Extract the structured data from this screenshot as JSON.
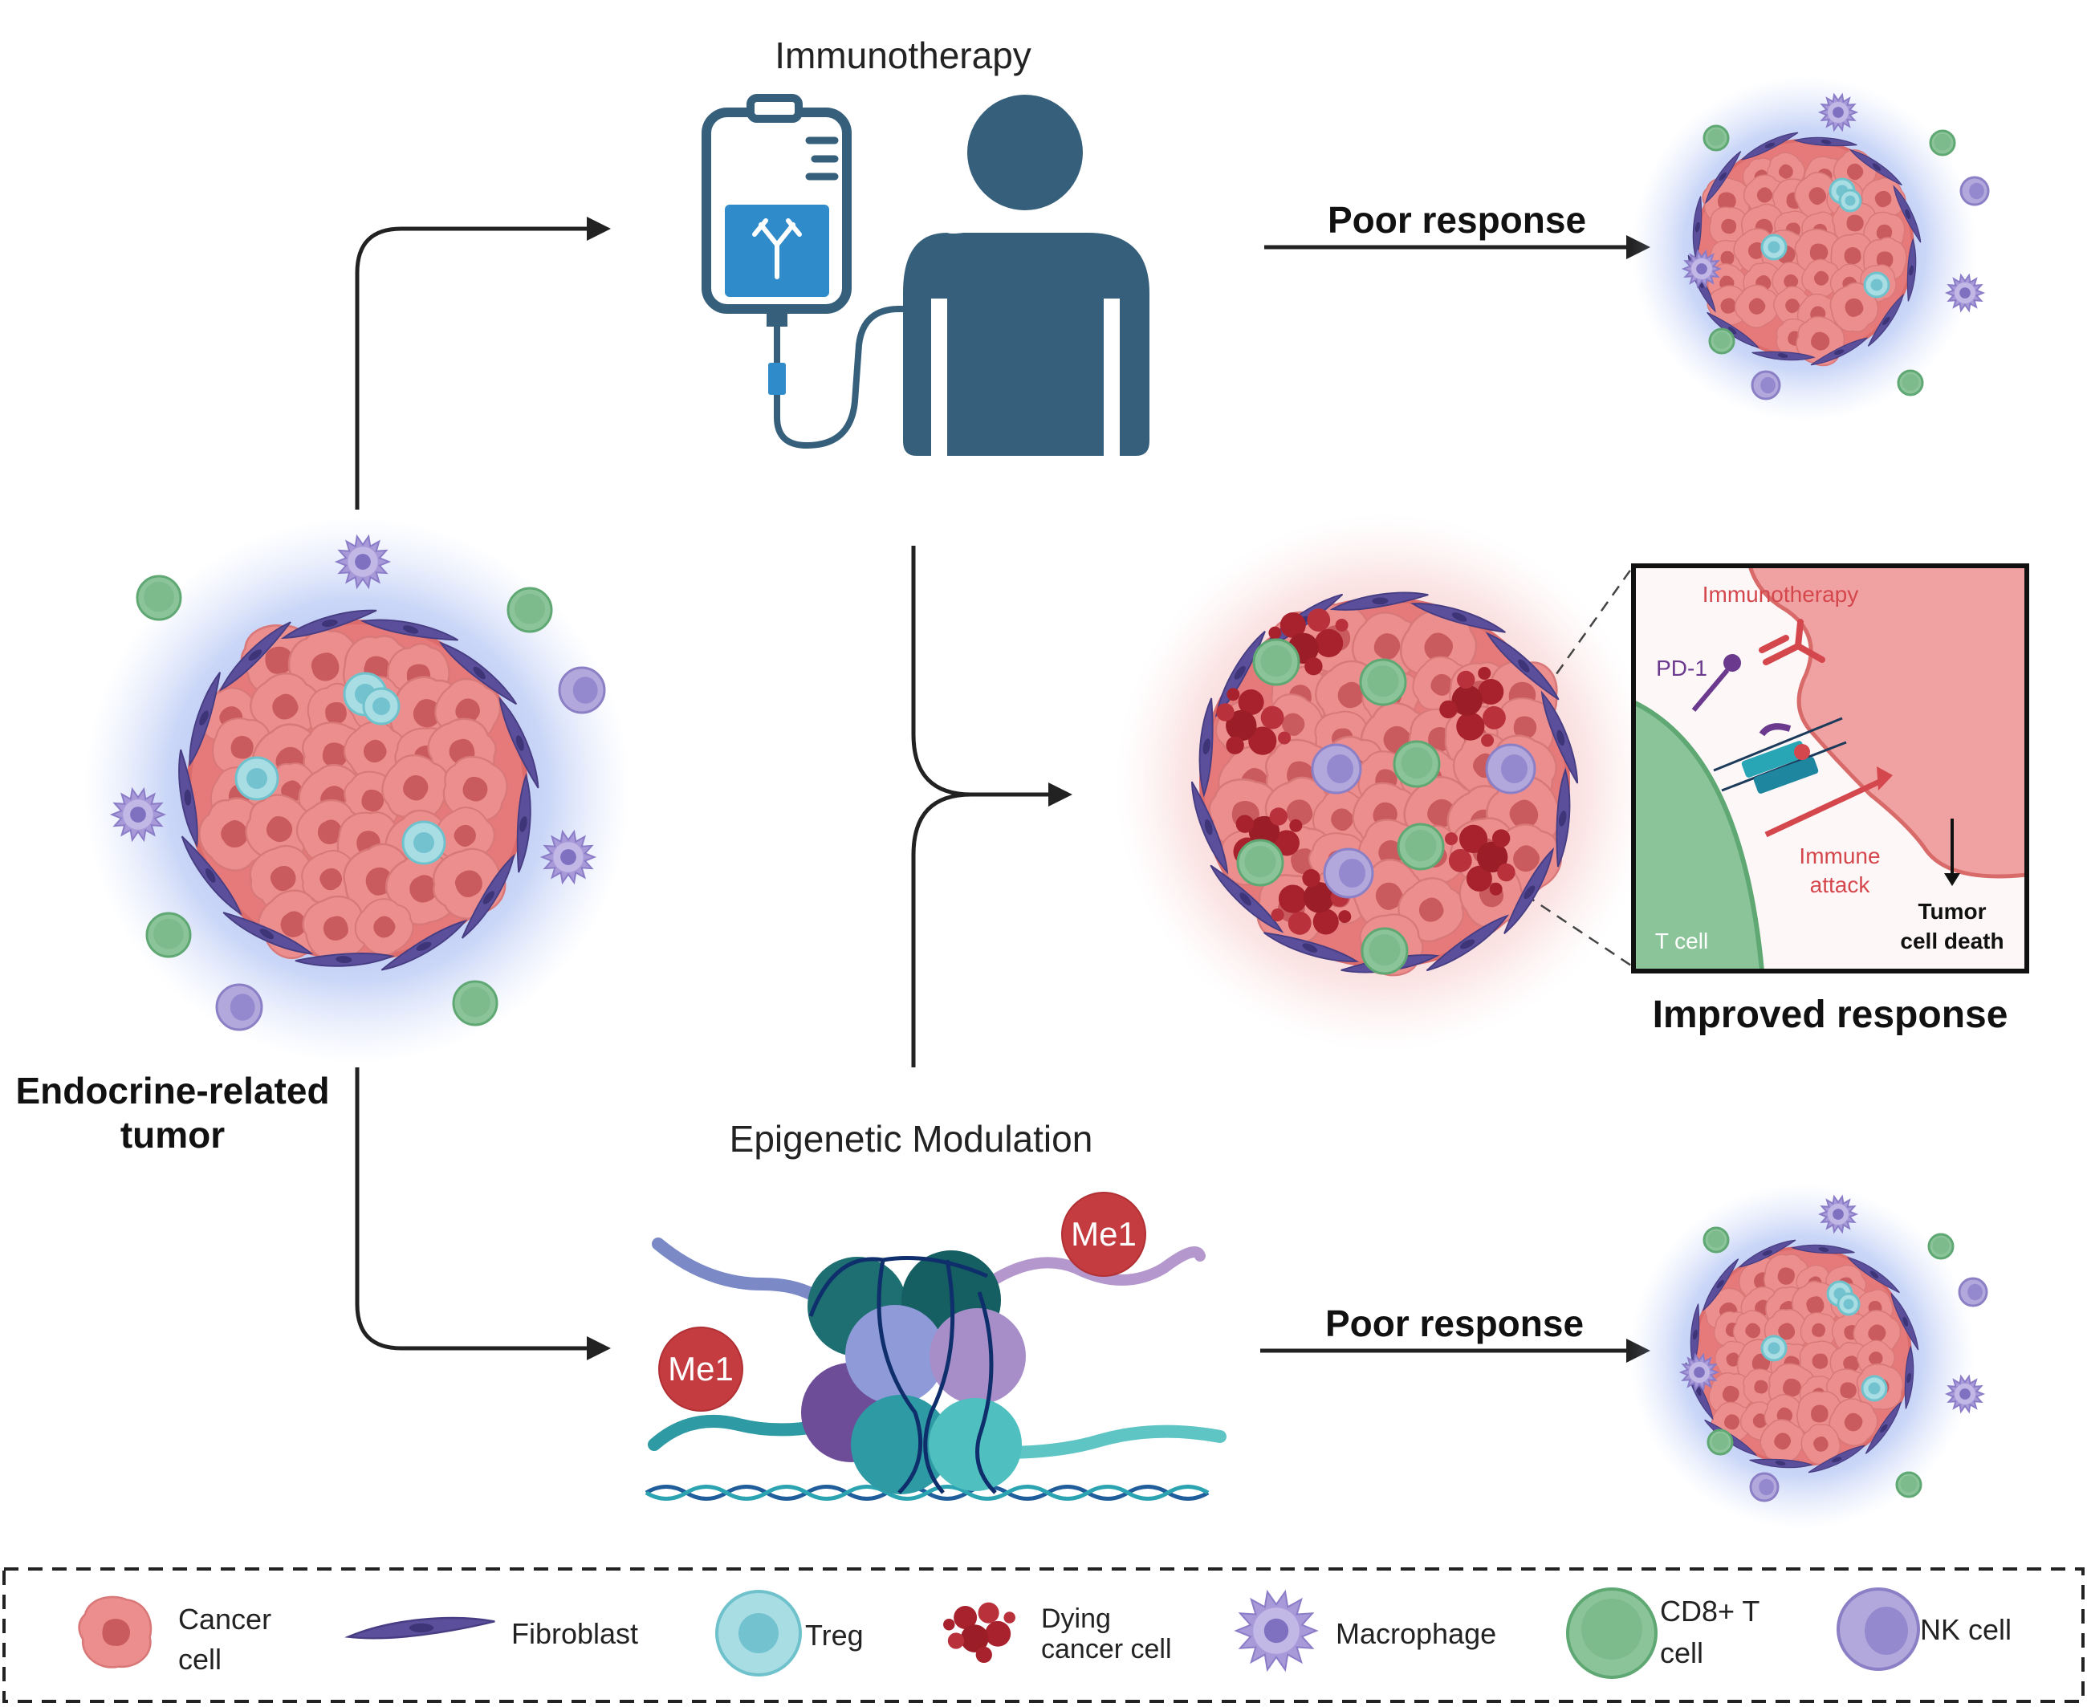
{
  "labels": {
    "immunotherapy_title": "Immunotherapy",
    "epigenetic_title": "Epigenetic Modulation",
    "poor_response_top": "Poor response",
    "poor_response_bottom": "Poor response",
    "improved_response": "Improved response",
    "tumor_label_line1": "Endocrine-related",
    "tumor_label_line2": "tumor",
    "me1_left": "Me1",
    "me1_right": "Me1"
  },
  "inset": {
    "immunotherapy": "Immunotherapy",
    "pd1": "PD-1",
    "immune_attack_line1": "Immune",
    "immune_attack_line2": "attack",
    "tumor_death_line1": "Tumor",
    "tumor_death_line2": "cell death",
    "t_cell": "T cell"
  },
  "legend": {
    "items": [
      {
        "line1": "Cancer",
        "line2": "cell",
        "icon": "cancer-cell-icon"
      },
      {
        "line1": "Fibroblast",
        "line2": "",
        "icon": "fibroblast-icon"
      },
      {
        "line1": "Treg",
        "line2": "",
        "icon": "treg-icon"
      },
      {
        "line1": "Dying",
        "line2": "cancer cell",
        "icon": "dying-cancer-cell-icon"
      },
      {
        "line1": "Macrophage",
        "line2": "",
        "icon": "macrophage-icon"
      },
      {
        "line1": "CD8+ T",
        "line2": "cell",
        "icon": "cd8-t-cell-icon"
      },
      {
        "line1": "NK cell",
        "line2": "",
        "icon": "nk-cell-icon"
      }
    ]
  },
  "colors": {
    "person": "#355f7a",
    "iv_bag_fill": "#2f8bca",
    "cancer": "#ec8e8e",
    "cancer_nucleus": "#c95a5e",
    "fibroblast": "#5b4f9c",
    "treg": "#a8dde4",
    "cd8": "#8cc49a",
    "nk": "#b3a8dc",
    "macrophage": "#a89ad8",
    "dying": "#a8222d",
    "me1": "#c43c40",
    "glow_blue": "#6f8fe8",
    "glow_red": "#f1a5a5",
    "arrow": "#222222",
    "inset_red": "#d4474d"
  }
}
